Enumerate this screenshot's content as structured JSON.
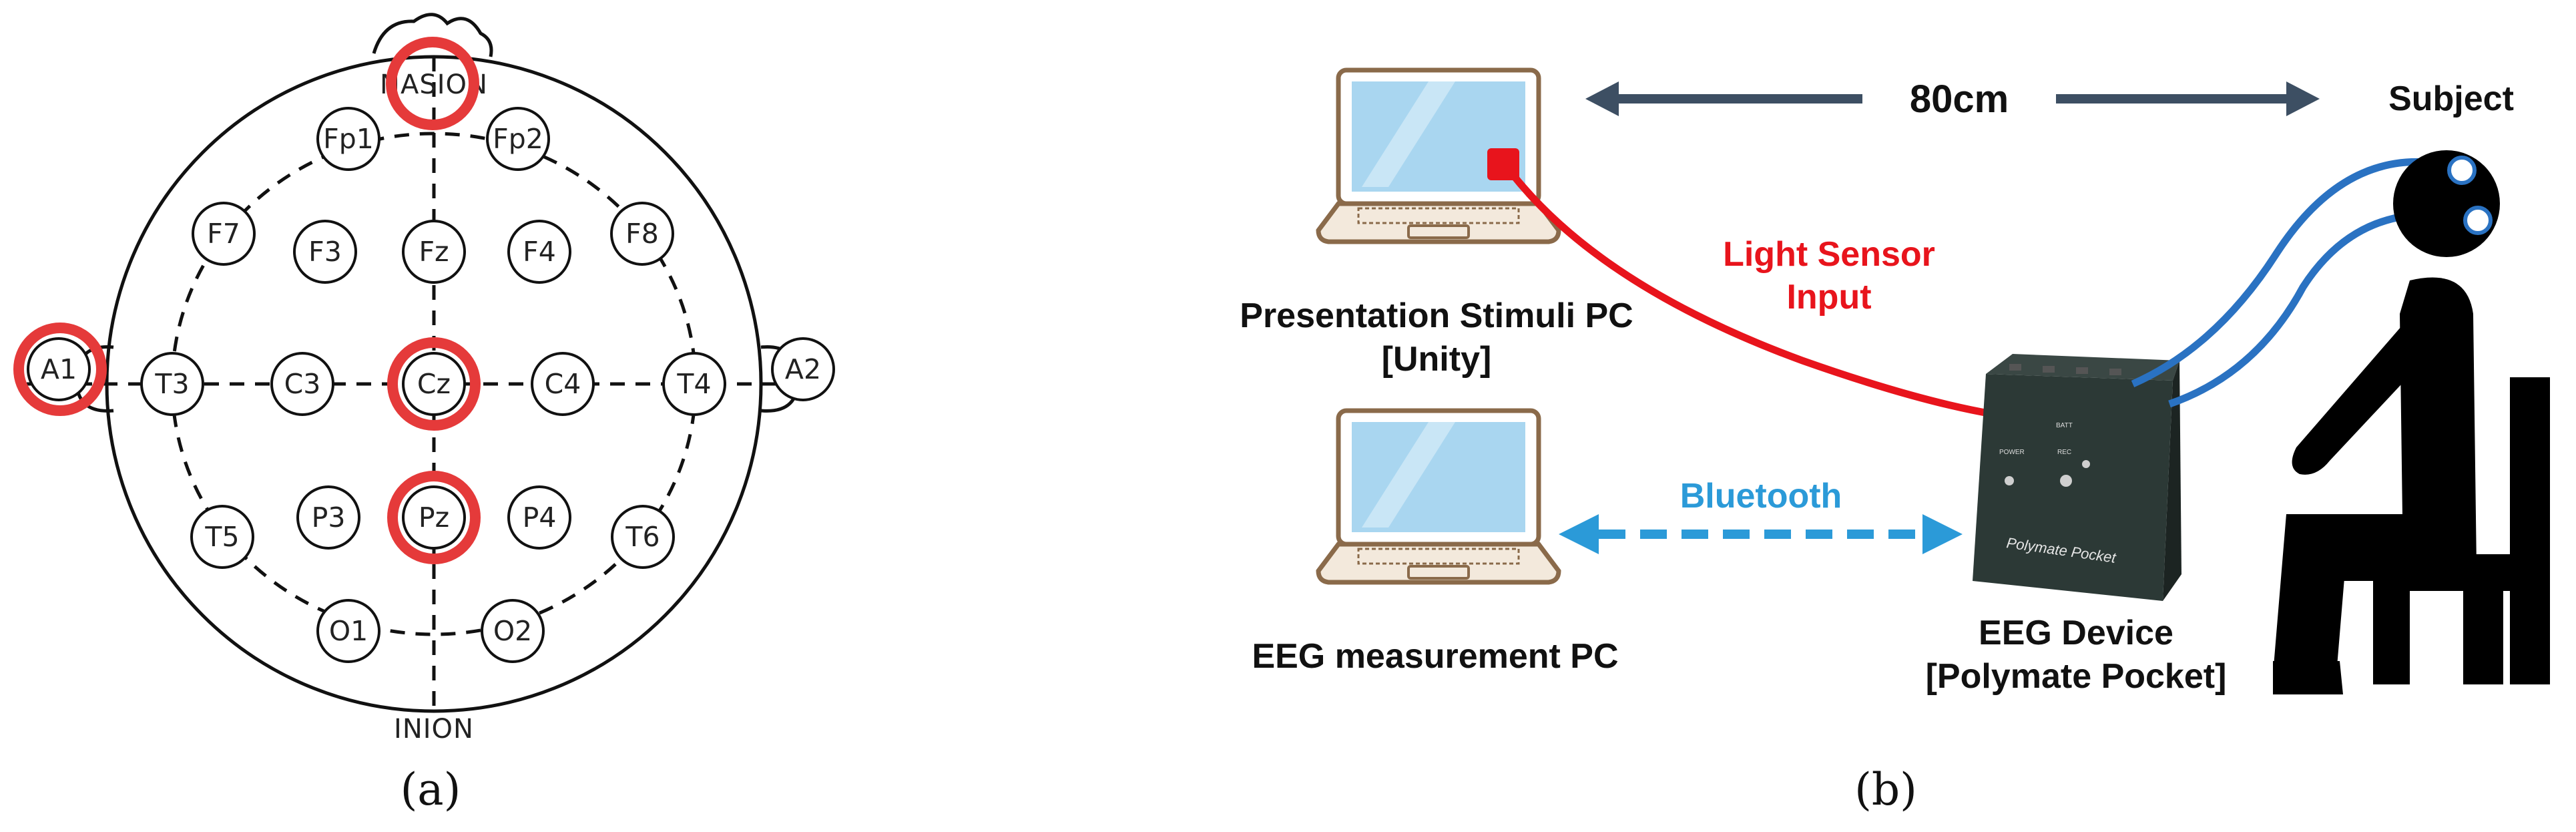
{
  "panel_a": {
    "landmarks": {
      "nasion": "NASION",
      "inion": "INION"
    },
    "electrodes": [
      "Fp1",
      "Fp2",
      "F7",
      "F3",
      "Fz",
      "F4",
      "F8",
      "A1",
      "T3",
      "C3",
      "Cz",
      "C4",
      "T4",
      "A2",
      "T5",
      "P3",
      "Pz",
      "P4",
      "T6",
      "O1",
      "O2"
    ],
    "highlighted": [
      "Cz",
      "Pz",
      "A1",
      "Nasion"
    ],
    "caption": "(a)"
  },
  "panel_b": {
    "distance_label": "80cm",
    "subject_label": "Subject",
    "stimuli_pc_label_line1": "Presentation Stimuli PC",
    "stimuli_pc_label_line2": "[Unity]",
    "light_sensor_line1": "Light Sensor",
    "light_sensor_line2": "Input",
    "bluetooth_label": "Bluetooth",
    "eeg_pc_label": "EEG measurement PC",
    "eeg_device_line1": "EEG Device",
    "eeg_device_line2": "[Polymate Pocket]",
    "device_brand": "Polymate Pocket",
    "device_power": "POWER",
    "device_batt": "BATT",
    "device_rec": "REC",
    "caption": "(b)"
  },
  "colors": {
    "highlight_red": "#e53a3a",
    "sensor_red": "#e8141c",
    "bluetooth_blue": "#2b9ad8",
    "cable_blue": "#2a72c2",
    "arrow_slate": "#3d4f63",
    "laptop_outline": "#8a6a4a",
    "laptop_screen": "#a9d6f0"
  }
}
